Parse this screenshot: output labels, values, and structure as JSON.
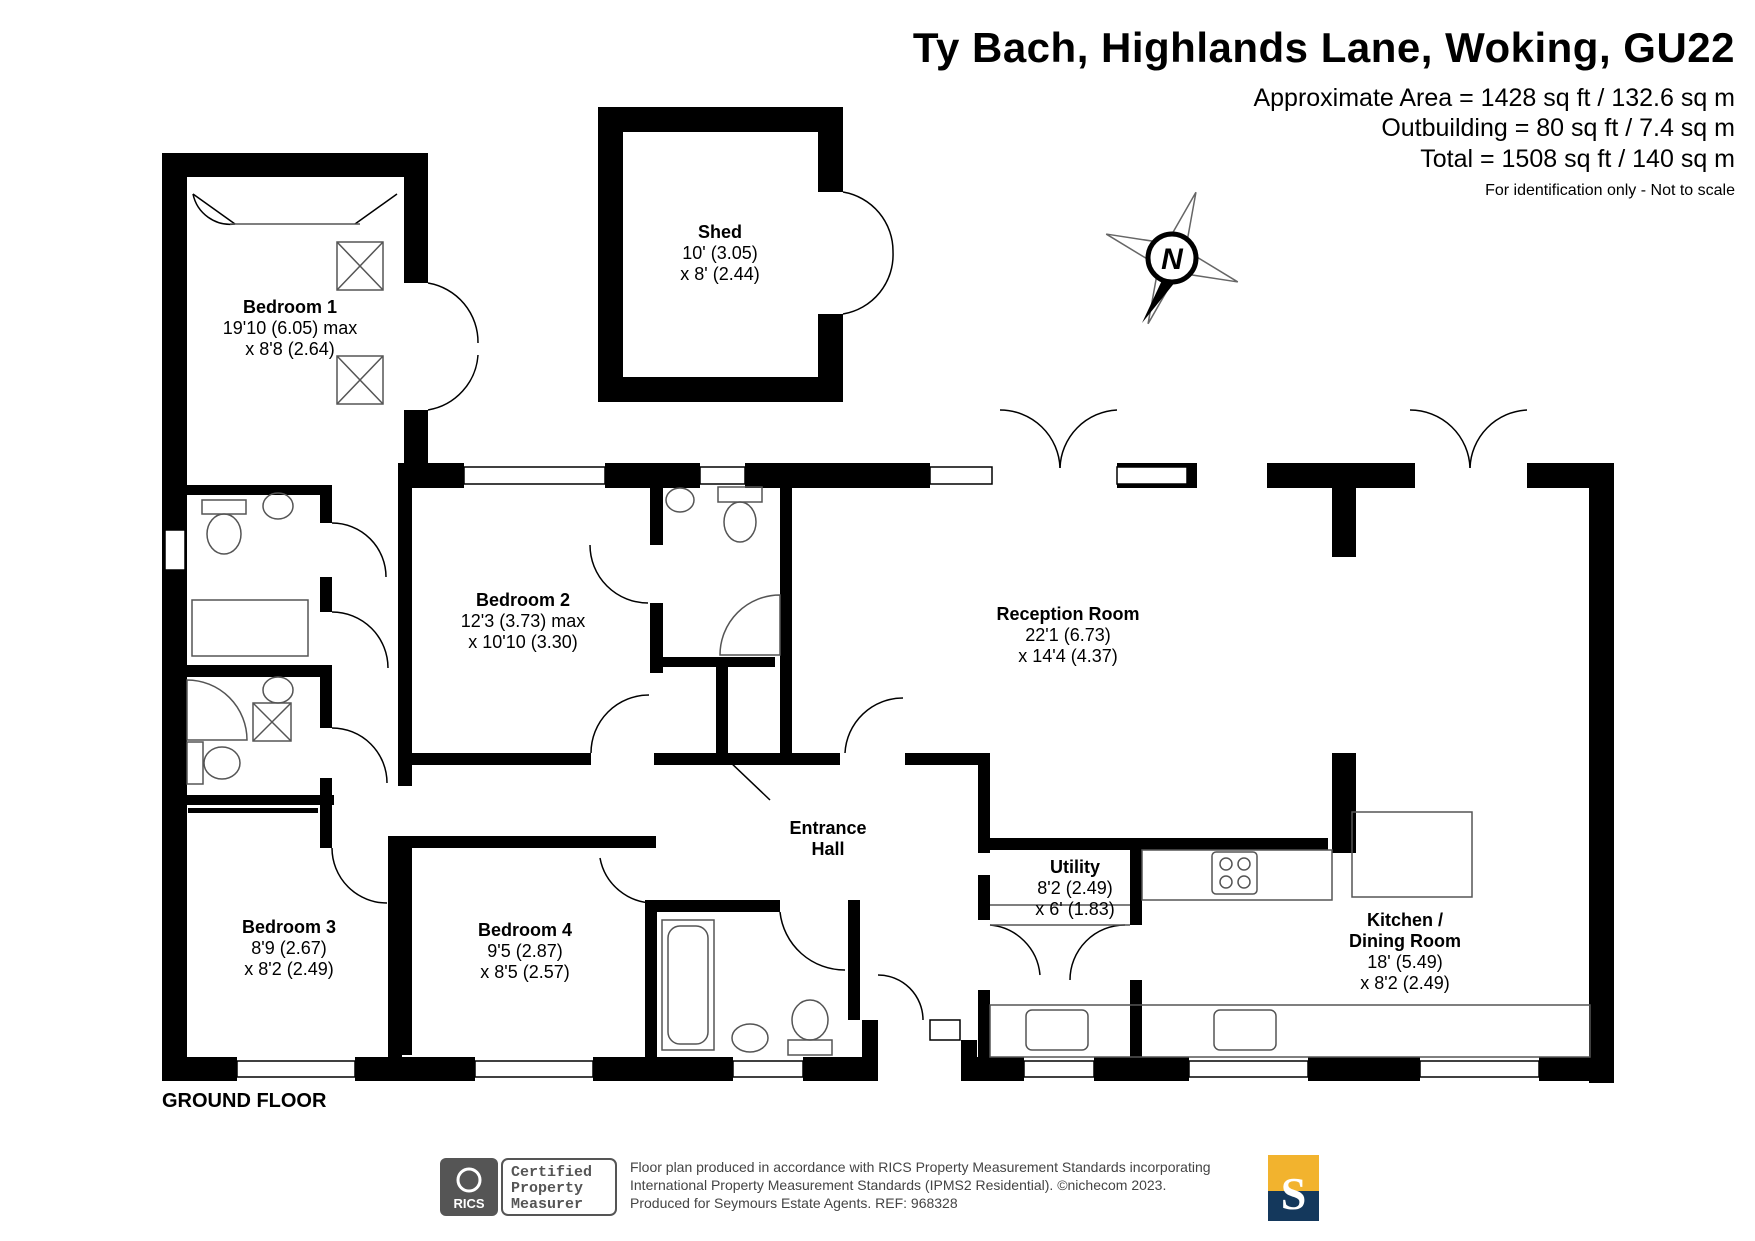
{
  "header": {
    "title": "Ty Bach, Highlands Lane, Woking, GU22",
    "area_lines": [
      "Approximate Area = 1428 sq ft / 132.6 sq m",
      "Outbuilding = 80 sq ft / 7.4 sq m",
      "Total = 1508 sq ft / 140 sq m"
    ],
    "disclaimer": "For identification only - Not to scale"
  },
  "compass": {
    "label": "N"
  },
  "rooms": [
    {
      "name": "Shed",
      "dims": [
        "10' (3.05)",
        "x 8' (2.44)"
      ]
    },
    {
      "name": "Bedroom 1",
      "dims": [
        "19'10 (6.05) max",
        "x 8'8 (2.64)"
      ]
    },
    {
      "name": "Bedroom 2",
      "dims": [
        "12'3 (3.73) max",
        "x 10'10 (3.30)"
      ]
    },
    {
      "name": "Reception Room",
      "dims": [
        "22'1 (6.73)",
        "x 14'4 (4.37)"
      ]
    },
    {
      "name": "Entrance",
      "dims": [
        "Hall"
      ]
    },
    {
      "name": "Utility",
      "dims": [
        "8'2 (2.49)",
        "x 6' (1.83)"
      ]
    },
    {
      "name": "Kitchen /",
      "dims": [
        "Dining Room",
        "18' (5.49)",
        "x 8'2 (2.49)"
      ]
    },
    {
      "name": "Bedroom 3",
      "dims": [
        "8'9 (2.67)",
        "x 8'2 (2.49)"
      ]
    },
    {
      "name": "Bedroom 4",
      "dims": [
        "9'5 (2.87)",
        "x 8'5 (2.57)"
      ]
    }
  ],
  "floor_label": "GROUND FLOOR",
  "rics": {
    "badge": "RICS",
    "lines": [
      "Certified",
      "Property",
      "Measurer"
    ]
  },
  "footer": {
    "lines": [
      "Floor plan produced in accordance with RICS Property Measurement Standards incorporating",
      "International Property Measurement Standards (IPMS2 Residential).   ©nichecom 2023.",
      "Produced for Seymours Estate Agents.   REF: 968328"
    ]
  },
  "agent_logo": {
    "letter": "S",
    "colors": {
      "top": "#F2B32E",
      "bottom": "#14385C"
    }
  },
  "colors": {
    "wall": "#000000",
    "fixture": "#555555"
  }
}
